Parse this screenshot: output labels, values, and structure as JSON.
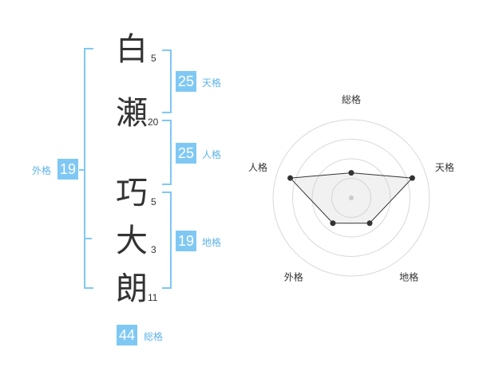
{
  "name": {
    "chars": [
      {
        "char": "白",
        "strokes": "5"
      },
      {
        "char": "瀬",
        "strokes": "20"
      },
      {
        "char": "巧",
        "strokes": "5"
      },
      {
        "char": "大",
        "strokes": "3"
      },
      {
        "char": "朗",
        "strokes": "11"
      }
    ]
  },
  "kakusu": {
    "tenkaku": {
      "value": "25",
      "label": "天格"
    },
    "jinkaku": {
      "value": "25",
      "label": "人格"
    },
    "chikaku": {
      "value": "19",
      "label": "地格"
    },
    "gaikaku": {
      "value": "19",
      "label": "外格"
    },
    "soukaku": {
      "value": "44",
      "label": "総格"
    }
  },
  "colors": {
    "accent": "#7fc8f4",
    "label": "#5fb3e8",
    "text": "#333333"
  },
  "chart_data": {
    "type": "radar",
    "axes": [
      "総格",
      "天格",
      "地格",
      "外格",
      "人格"
    ],
    "values": [
      1.6,
      4.1,
      2.0,
      2.0,
      4.1
    ],
    "rmax": 5,
    "rings": 4
  }
}
